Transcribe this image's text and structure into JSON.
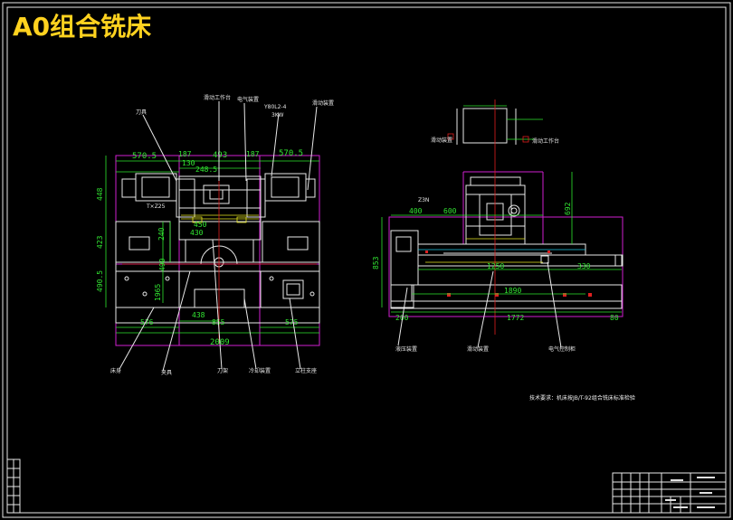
{
  "title": "A0组合铣床",
  "front_view": {
    "dims_top": [
      "570.5",
      "187",
      "130",
      "493",
      "187",
      "570.5",
      "248.5"
    ],
    "dims_left": [
      "448",
      "423",
      "490.5"
    ],
    "dims_inner": [
      "240",
      "450",
      "430",
      "490",
      "1965"
    ],
    "dims_bottom": [
      "576",
      "438",
      "855",
      "575",
      "2009"
    ],
    "small_label": "T×Z25",
    "labels": [
      "刀具",
      "滑动工作台",
      "电气装置",
      "Y80L2-4",
      "3KW",
      "滑动装置",
      "床身",
      "夹具",
      "刀架",
      "冷却装置",
      "立柱支座"
    ]
  },
  "side_view": {
    "dims": [
      "400",
      "600",
      "1250",
      "330",
      "1890",
      "853",
      "200",
      "1772",
      "80",
      "692"
    ],
    "small_label": "Z3N",
    "labels": [
      "滑动装置",
      "滑动工作台",
      "液压装置",
      "滑动装置",
      "电气控制柜"
    ]
  },
  "tech_note": "技术要求：机床按JB/T-92组合铣床标准检验",
  "colors": {
    "title": "#ffd21f",
    "dimension": "#32e632",
    "outline": "#e8e8e8",
    "frame": "#d01fd0",
    "background": "#000000"
  }
}
